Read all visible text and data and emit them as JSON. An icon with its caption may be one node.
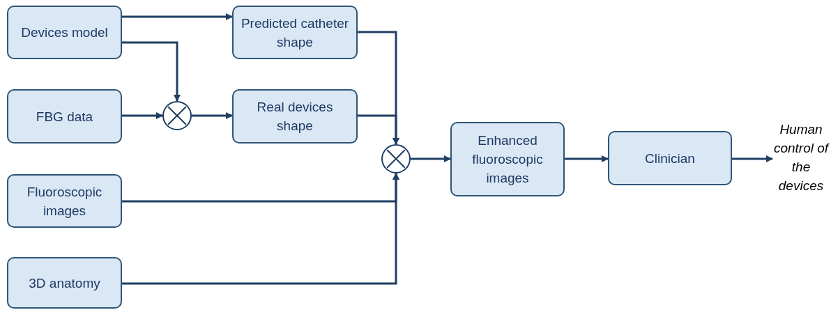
{
  "diagram": {
    "nodes": [
      {
        "text": [
          "Devices model"
        ]
      },
      {
        "text": [
          "Predicted catheter shape"
        ]
      },
      {
        "text": [
          "FBG data"
        ]
      },
      {
        "text": [],
        "shape": "circle"
      },
      {
        "text": [
          "Real devices shape"
        ]
      },
      {
        "text": [
          "Fluoroscopic images"
        ]
      },
      {
        "text": [
          "3D anatomy"
        ]
      },
      {
        "text": [],
        "shape": "circle"
      },
      {
        "text": [
          "Enhanced fluoroscopic images"
        ]
      },
      {
        "text": [
          "Clinician"
        ]
      },
      {
        "text": [
          "Human control of the devices"
        ]
      }
    ],
    "edges": [
      {
        "from": 0,
        "to": 1,
        "arrow": "to"
      },
      {
        "from": 0,
        "to": 3,
        "arrow": "to"
      },
      {
        "from": 2,
        "to": 3,
        "arrow": "to"
      },
      {
        "from": 3,
        "to": 4,
        "arrow": "to"
      },
      {
        "from": 1,
        "to": 7,
        "arrow": "to"
      },
      {
        "from": 4,
        "to": 7,
        "arrow": "to"
      },
      {
        "from": 5,
        "to": 7,
        "arrow": "to"
      },
      {
        "from": 6,
        "to": 7,
        "arrow": "to"
      },
      {
        "from": 7,
        "to": 8,
        "arrow": "to"
      },
      {
        "from": 8,
        "to": 9,
        "arrow": "to"
      },
      {
        "from": 9,
        "to": 10,
        "arrow": "to"
      }
    ]
  }
}
